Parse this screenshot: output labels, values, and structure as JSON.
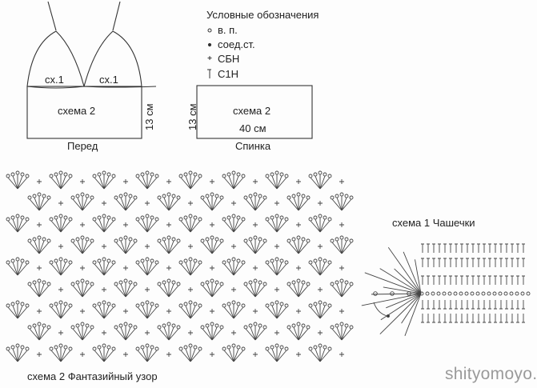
{
  "front": {
    "cup_left": "сх.1",
    "cup_right": "сх.1",
    "body": "схема 2",
    "height": "13 см",
    "caption": "Перед"
  },
  "back": {
    "body": "схема 2",
    "width": "40 см",
    "height": "13 см",
    "caption": "Спинка"
  },
  "legend": {
    "title": "Условные обозначения",
    "items": [
      {
        "symbol": "chain-circle-icon",
        "label": "в. п."
      },
      {
        "symbol": "slip-stitch-dot-icon",
        "label": "соед.ст."
      },
      {
        "symbol": "single-crochet-plus-icon",
        "label": "СБН"
      },
      {
        "symbol": "double-crochet-icon",
        "label": "С1Н"
      }
    ]
  },
  "pattern2": {
    "caption": "схема 2 Фантазийный узор"
  },
  "pattern1": {
    "caption": "схема 1 Чашечки"
  },
  "watermark": "shityomoyo.ru"
}
